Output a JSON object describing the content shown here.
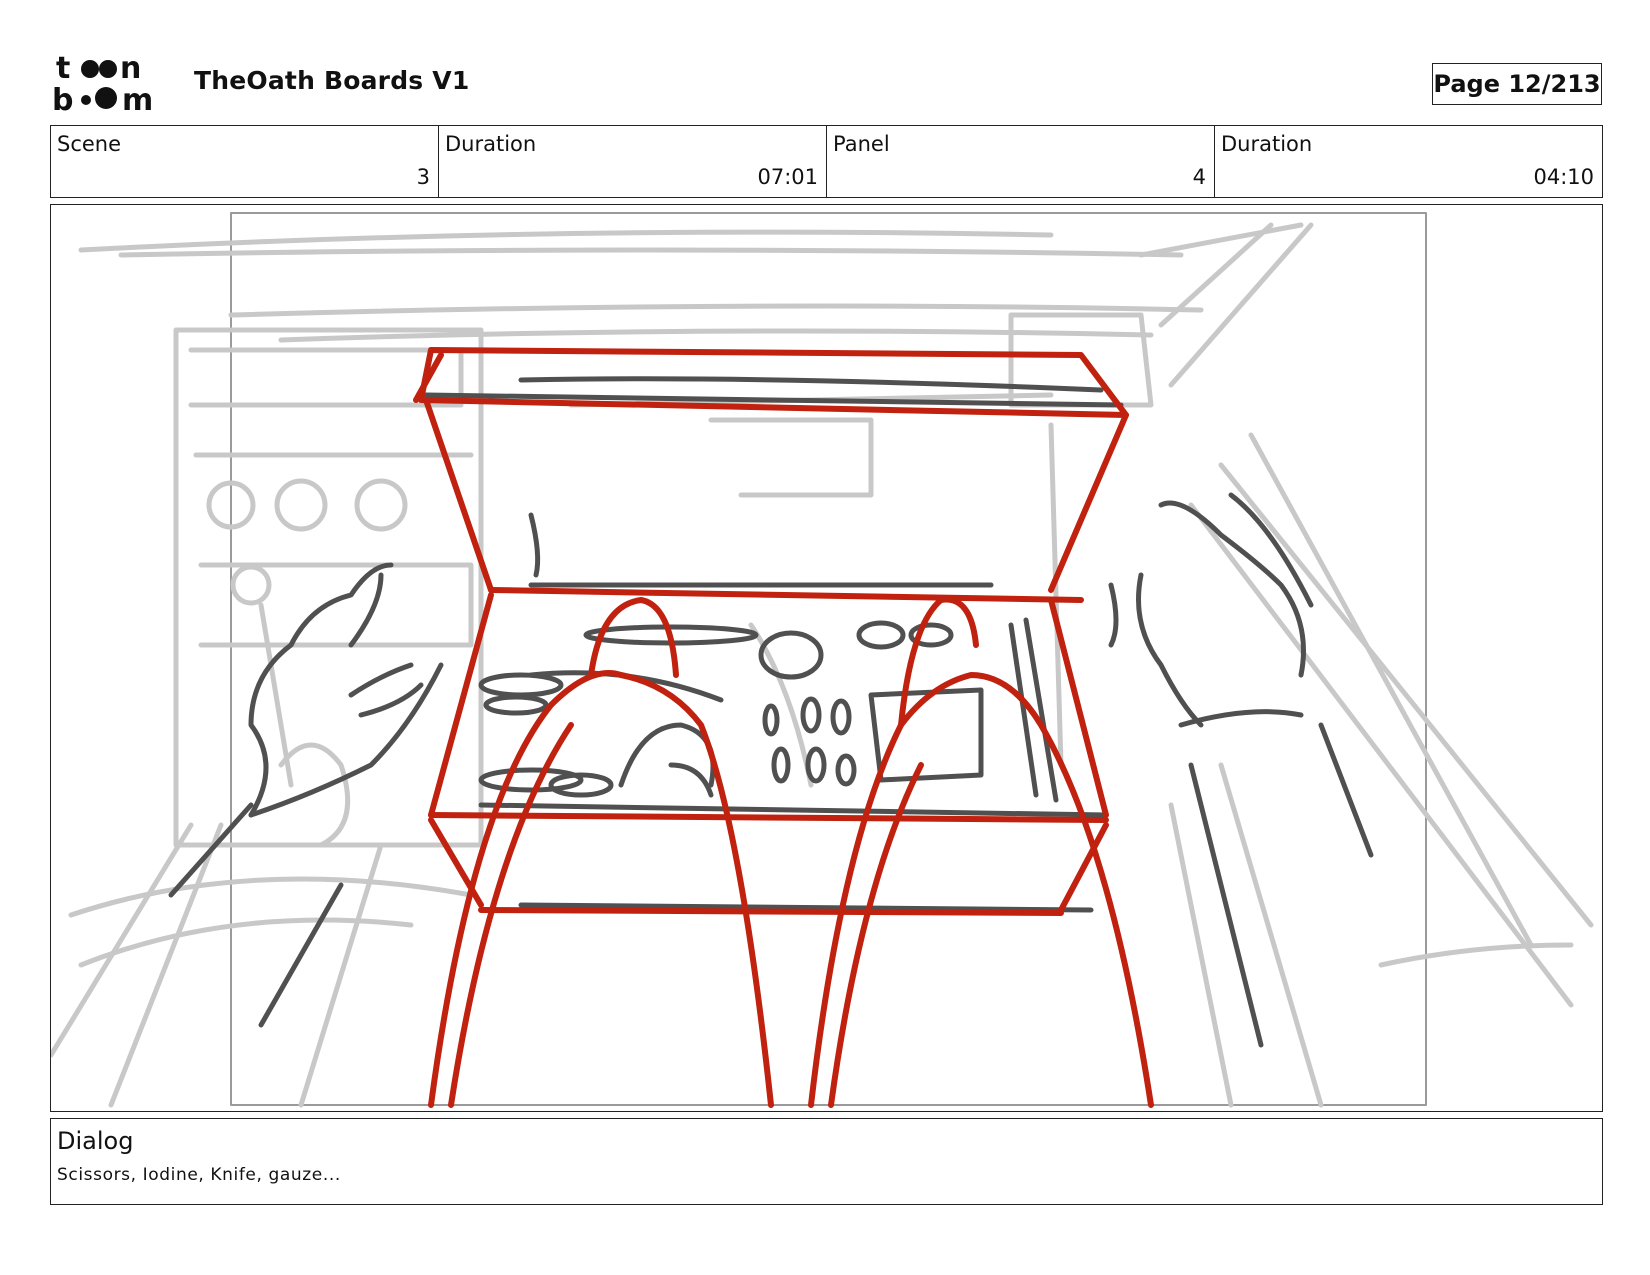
{
  "header": {
    "logo_text": "toon boom",
    "document_title": "TheOath Boards V1",
    "page_label": "Page  12/213"
  },
  "info": {
    "scene_label": "Scene",
    "scene_value": "3",
    "scene_duration_label": "Duration",
    "scene_duration_value": "07:01",
    "panel_label": "Panel",
    "panel_value": "4",
    "panel_duration_label": "Duration",
    "panel_duration_value": "04:10"
  },
  "dialog": {
    "label": "Dialog",
    "text": "Scissors, Iodine, Knife, gauze..."
  },
  "colors": {
    "sketch_gray": "#c8c8c8",
    "sketch_dark": "#505050",
    "sketch_red": "#c0220f"
  }
}
